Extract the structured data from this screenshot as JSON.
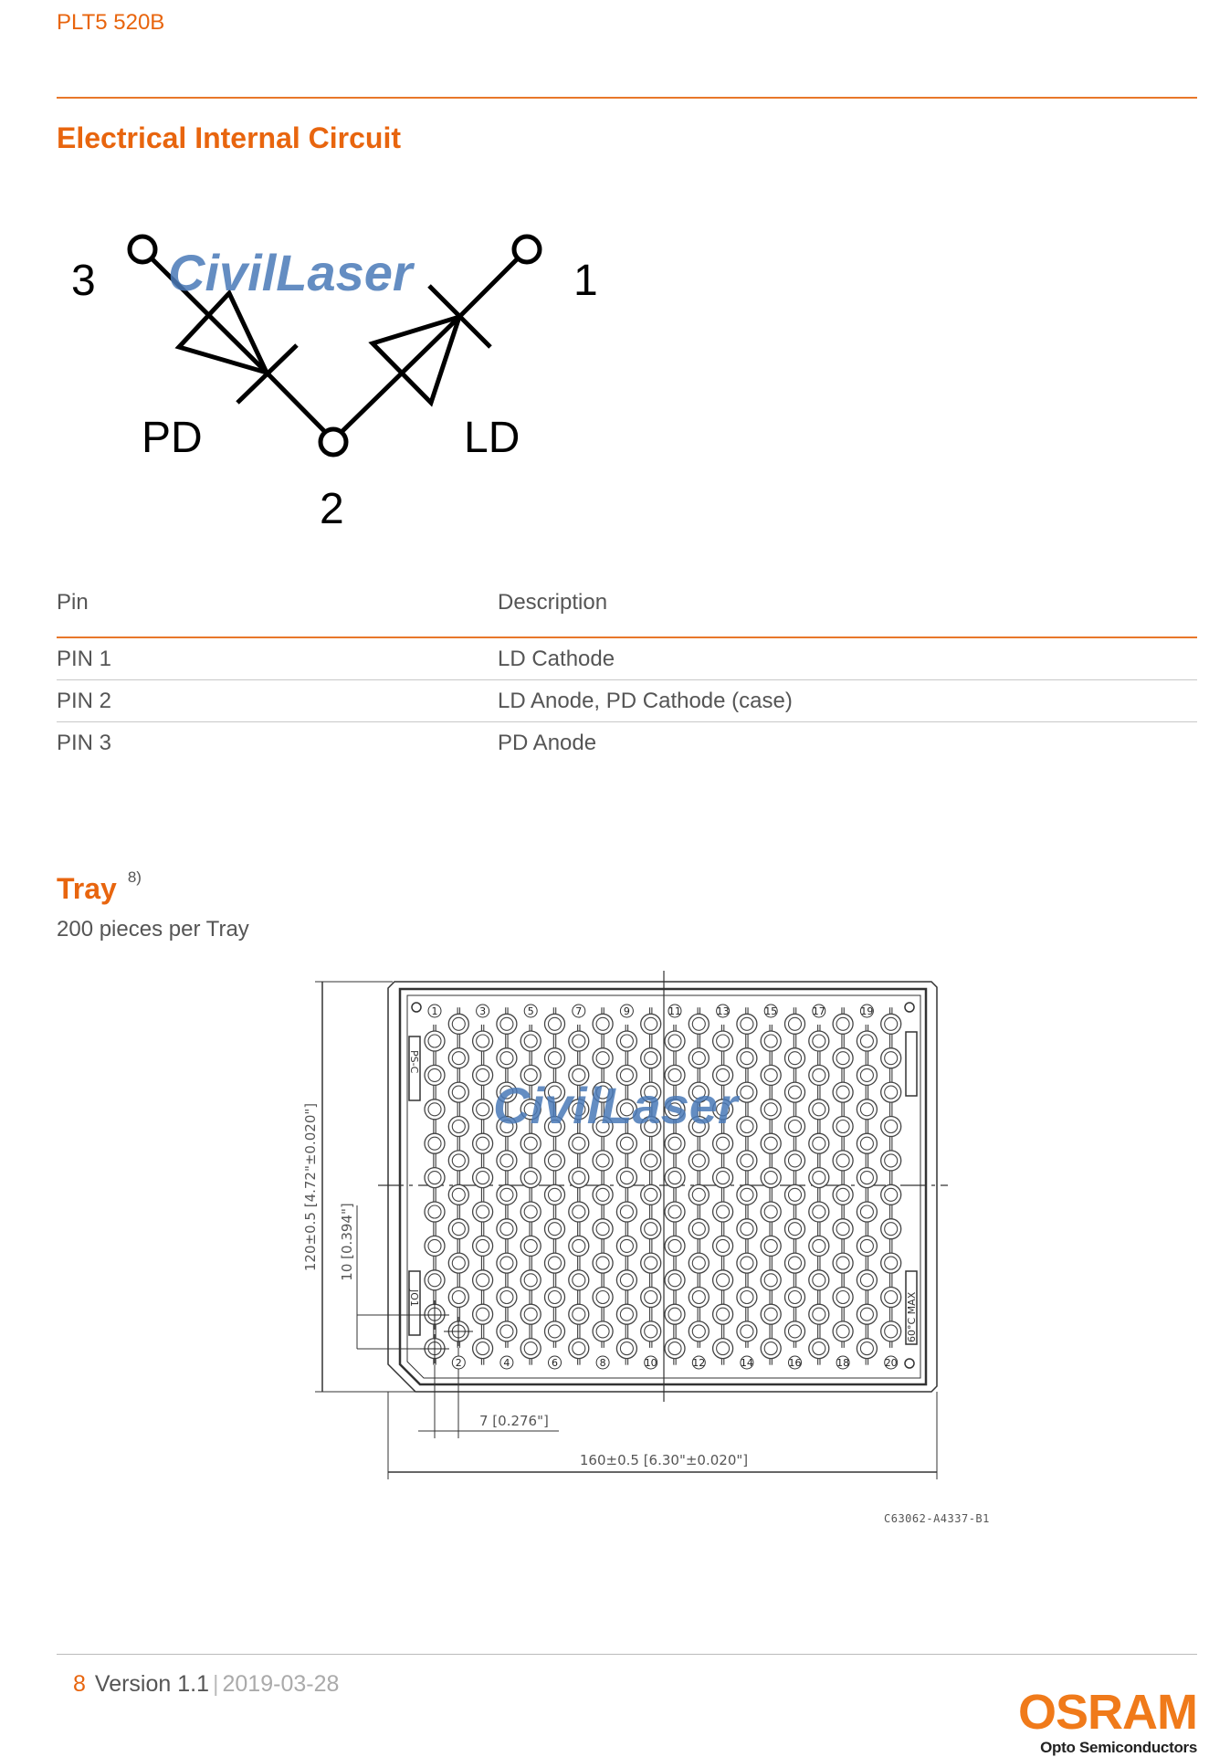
{
  "header": {
    "doc_id": "PLT5 520B"
  },
  "sections": {
    "circuit_title": "Electrical Internal Circuit",
    "tray_title": "Tray",
    "tray_footnote": "8)",
    "tray_subtitle": "200 pieces per Tray"
  },
  "circuit": {
    "pin_labels": {
      "pin1": "1",
      "pin2": "2",
      "pin3": "3"
    },
    "component_labels": {
      "pd": "PD",
      "ld": "LD"
    },
    "watermark": "CivilLaser"
  },
  "pin_table": {
    "headers": [
      "Pin",
      "Description"
    ],
    "rows": [
      [
        "PIN 1",
        "LD Cathode"
      ],
      [
        "PIN 2",
        "LD Anode, PD Cathode (case)"
      ],
      [
        "PIN 3",
        "PD Anode"
      ]
    ]
  },
  "tray_drawing": {
    "columns": 20,
    "pockets_per_column": 10,
    "column_labels": [
      "1",
      "2",
      "3",
      "4",
      "5",
      "6",
      "7",
      "8",
      "9",
      "10",
      "11",
      "12",
      "13",
      "14",
      "15",
      "16",
      "17",
      "18",
      "19",
      "20"
    ],
    "dim_width": "160±0.5 [6.30\"±0.020\"]",
    "dim_height": "120±0.5 [4.72\"±0.020\"]",
    "dim_pitch_x": "7 [0.276\"]",
    "dim_pitch_y": "10 [0.394\"]",
    "mark_left_top": "PS-C",
    "mark_left_bottom": "JO1",
    "mark_right": "60°C MAX",
    "watermark": "CivilLaser",
    "drawing_code": "C63062-A4337-B1"
  },
  "footer": {
    "page": "8",
    "version": "Version 1.1",
    "separator": "|",
    "date": "2019-03-28"
  },
  "logo": {
    "brand": "OSRAM",
    "subtitle": "Opto Semiconductors"
  },
  "colors": {
    "accent": "#e8650e",
    "text": "#555555",
    "watermark": "#4a7ab8"
  }
}
